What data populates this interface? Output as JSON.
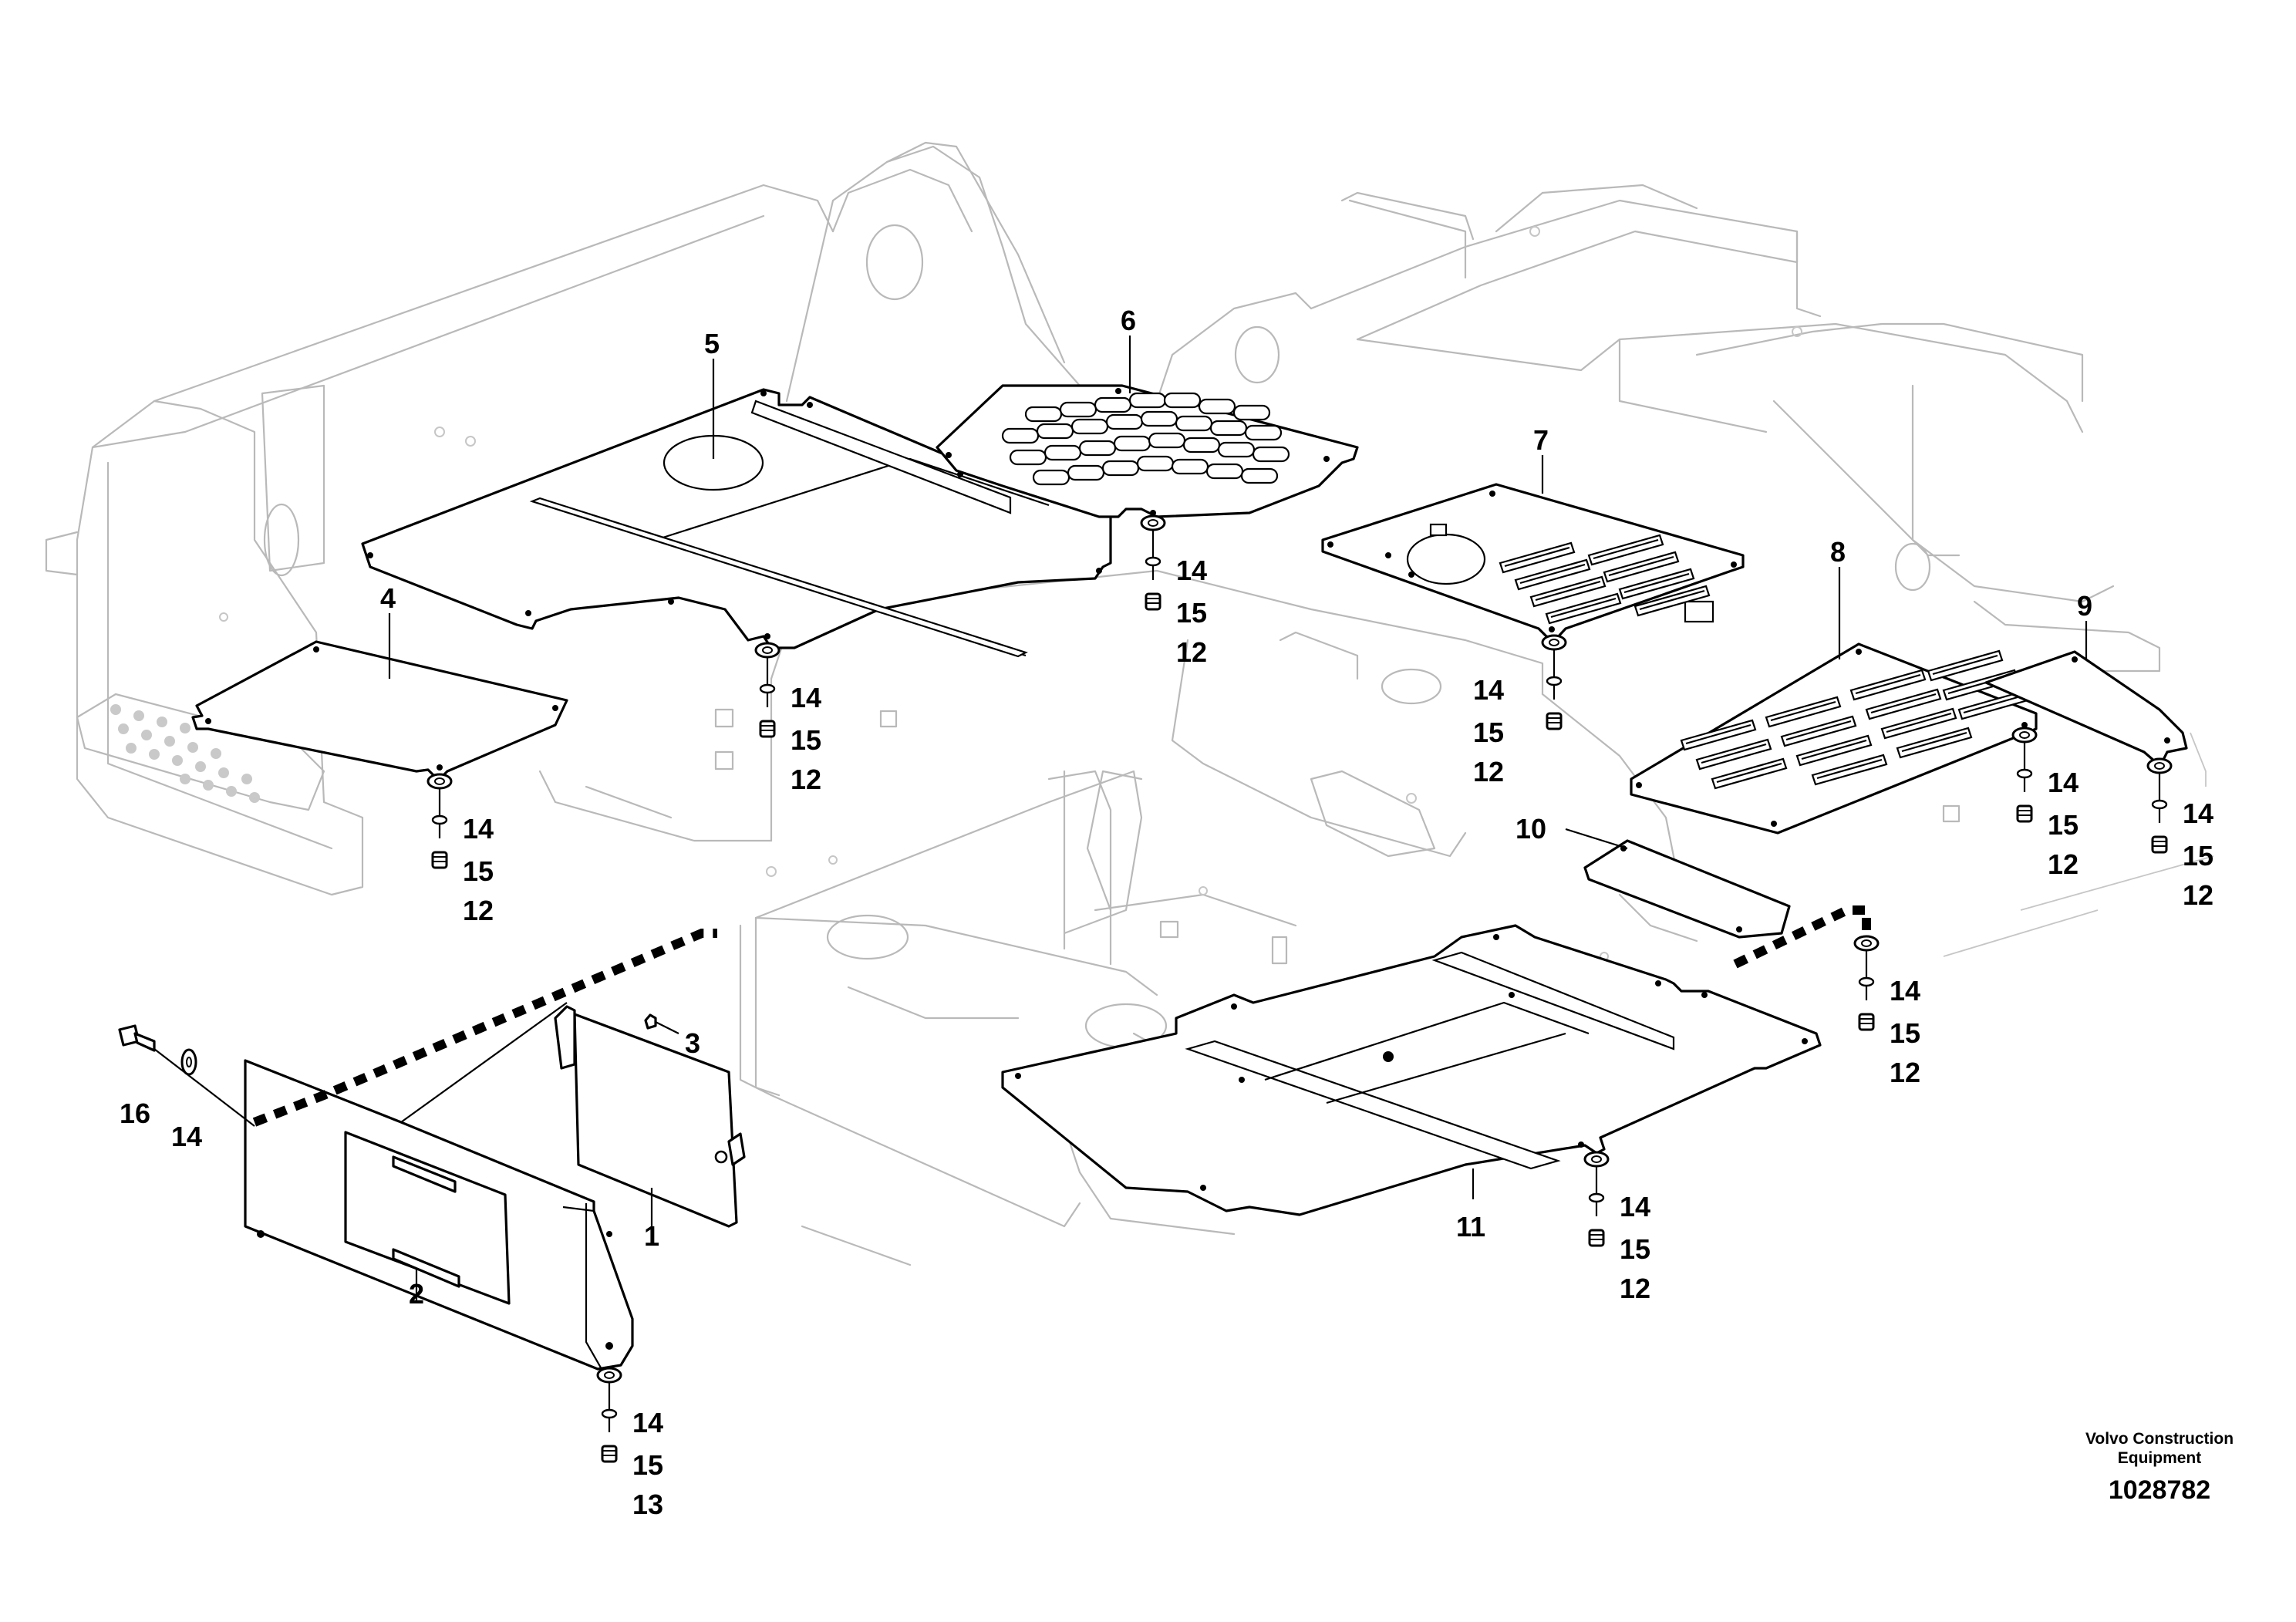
{
  "publisher": {
    "line1": "Volvo Construction",
    "line2": "Equipment"
  },
  "drawing_number": "1028782",
  "callouts": {
    "c1": "1",
    "c2": "2",
    "c3": "3",
    "c4": "4",
    "c5": "5",
    "c6": "6",
    "c7": "7",
    "c8": "8",
    "c9": "9",
    "c10": "10",
    "c11": "11",
    "c13": "13",
    "c16": "16",
    "washer": "14",
    "lockwasher": "15",
    "screw": "12"
  },
  "colors": {
    "line": "#000000",
    "frame": "#b9b9b9",
    "background": "#ffffff"
  }
}
